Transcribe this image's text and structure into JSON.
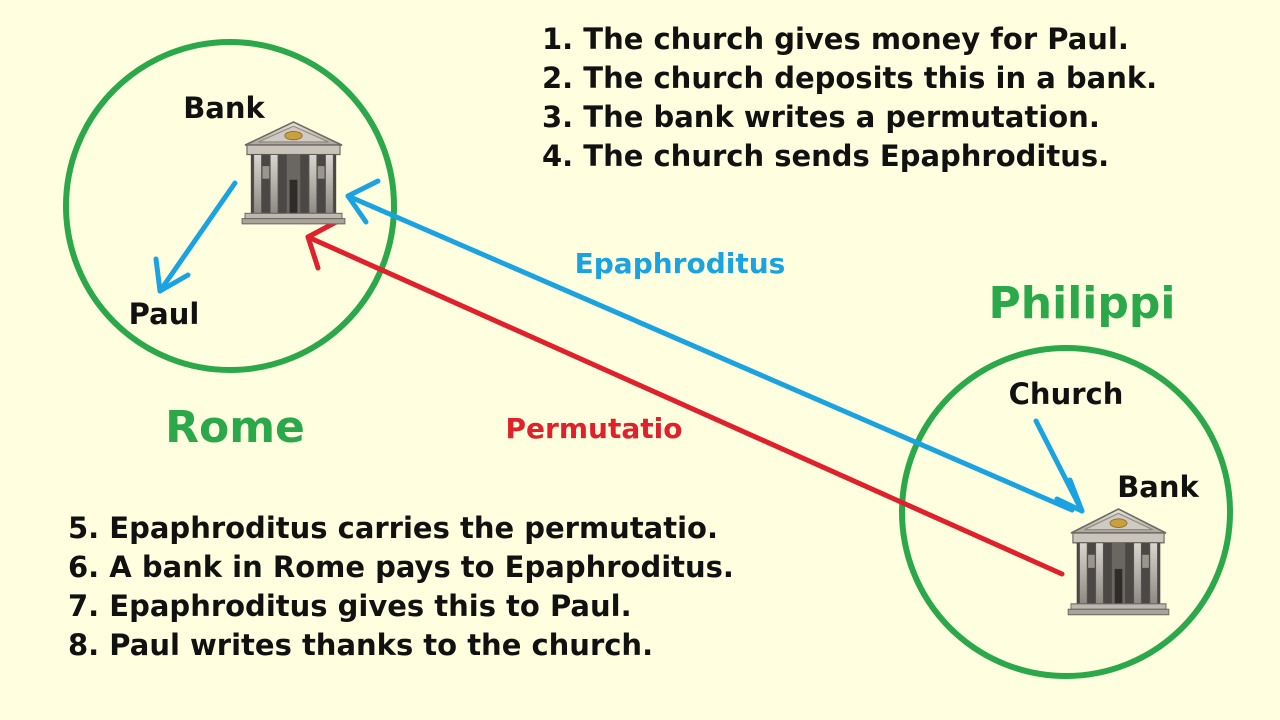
{
  "locations": {
    "rome": {
      "name": "Rome",
      "bank_label": "Bank",
      "person_label": "Paul"
    },
    "philippi": {
      "name": "Philippi",
      "church_label": "Church",
      "bank_label": "Bank"
    }
  },
  "routes": {
    "blue_label": "Epaphroditus",
    "red_label": "Permutatio"
  },
  "steps_top": [
    "1. The church gives money for Paul.",
    "2. The church deposits this in a bank.",
    "3. The bank writes a permutation.",
    "4. The church sends Epaphroditus."
  ],
  "steps_bottom": [
    "5. Epaphroditus carries the permutatio.",
    "6. A bank in Rome pays to Epaphroditus.",
    "7. Epaphroditus gives this to Paul.",
    "8. Paul writes thanks to the church."
  ],
  "colors": {
    "background": "#ffffdf",
    "circle": "#2aa84a",
    "blue_arrow": "#1aa3e0",
    "red_arrow": "#e0202a",
    "text": "#111111"
  },
  "icons": [
    "bank-building-icon"
  ]
}
